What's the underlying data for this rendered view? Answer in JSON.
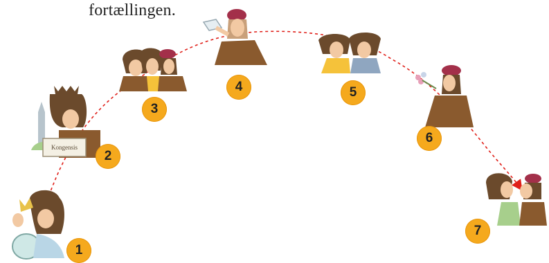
{
  "caption": "fortællingen.",
  "sign_text": "Kongensis",
  "badges": [
    "1",
    "2",
    "3",
    "4",
    "5",
    "6",
    "7"
  ],
  "colors": {
    "badge": "#f5a91d",
    "arrow": "#e0201a",
    "hair": "#6b4a2c",
    "skin": "#f2c9a3",
    "cap": "#a3304a",
    "coat": "#8a5a2e"
  }
}
